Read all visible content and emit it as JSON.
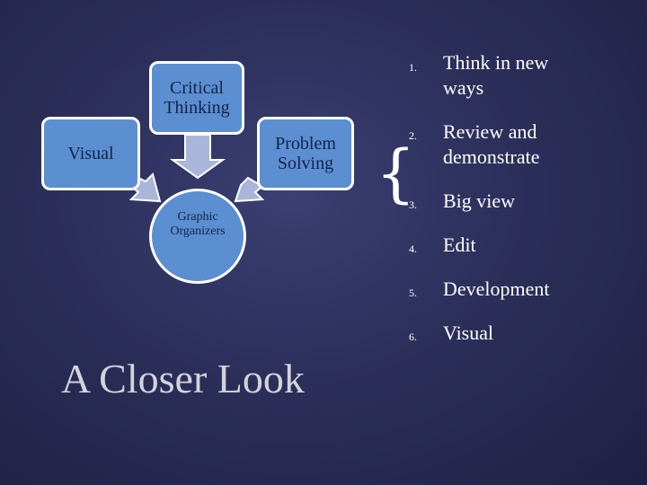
{
  "diagram": {
    "nodes": {
      "critical_thinking": "Critical Thinking",
      "visual": "Visual",
      "problem_solving": "Problem Solving",
      "graphic_organizers": "Graphic Organizers"
    }
  },
  "list": {
    "items": [
      {
        "num": "1.",
        "text": "Think in new ways"
      },
      {
        "num": "2.",
        "text": "Review and demonstrate"
      },
      {
        "num": "3.",
        "text": "Big view"
      },
      {
        "num": "4.",
        "text": "Edit"
      },
      {
        "num": "5.",
        "text": "Development"
      },
      {
        "num": "6.",
        "text": "Visual"
      }
    ]
  },
  "title": "A Closer Look",
  "colors": {
    "background": "#2c2f5a",
    "node_fill": "#5b8fd1",
    "node_text": "#14234a",
    "arrow_fill": "#a9b6da",
    "text": "#ffffff",
    "title": "#d3d3db"
  }
}
